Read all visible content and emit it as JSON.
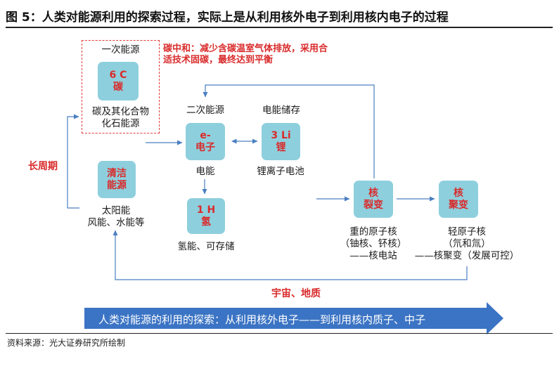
{
  "title": "图 5：人类对能源利用的探索过程，实际上是从利用核外电子到利用核内电子的过程",
  "source": "资料来源：光大证券研究所绘制",
  "primary_energy_label": "一次能源",
  "carbon_node": {
    "line1": "6 C",
    "line2": "碳"
  },
  "carbon_desc": {
    "line1": "碳及其化合物",
    "line2": "化石能源"
  },
  "neutral_note": "碳中和：减少含碳温室气体排放，采用合适技术固碳，最终达到平衡",
  "long_period": "长周期",
  "clean_node": {
    "line1": "清洁",
    "line2": "能源"
  },
  "clean_desc": {
    "line1": "太阳能",
    "line2": "风能、水能等"
  },
  "secondary_energy_label": "二次能源",
  "storage_label": "电能储存",
  "electron_node": {
    "line1": "e-",
    "line2": "电子"
  },
  "electricity_label": "电能",
  "lithium_node": {
    "line1": "3 Li",
    "line2": "锂"
  },
  "battery_label": "锂离子电池",
  "hydrogen_node": {
    "line1": "1 H",
    "line2": "氢"
  },
  "hydrogen_desc": "氢能、可存储",
  "fission_node": {
    "line1": "核",
    "line2": "裂变"
  },
  "fission_desc": {
    "line1": "重的原子核",
    "line2": "（铀核、钚核）",
    "line3": "——核电站"
  },
  "fusion_node": {
    "line1": "核",
    "line2": "聚变"
  },
  "fusion_desc": {
    "line1": "轻原子核",
    "line2": "（氘和氚）",
    "line3": "——核聚变（发展可控）"
  },
  "cosmos_label": "宇宙、地质",
  "banner": "人类对能源的利用的探索：从利用核外电子——到利用核内质子、中子",
  "colors": {
    "node_fill": "#8ecfdd",
    "accent_red": "#d92b2b",
    "arrow_blue": "#4a7fc0",
    "banner_blue": "#3b74c4"
  }
}
